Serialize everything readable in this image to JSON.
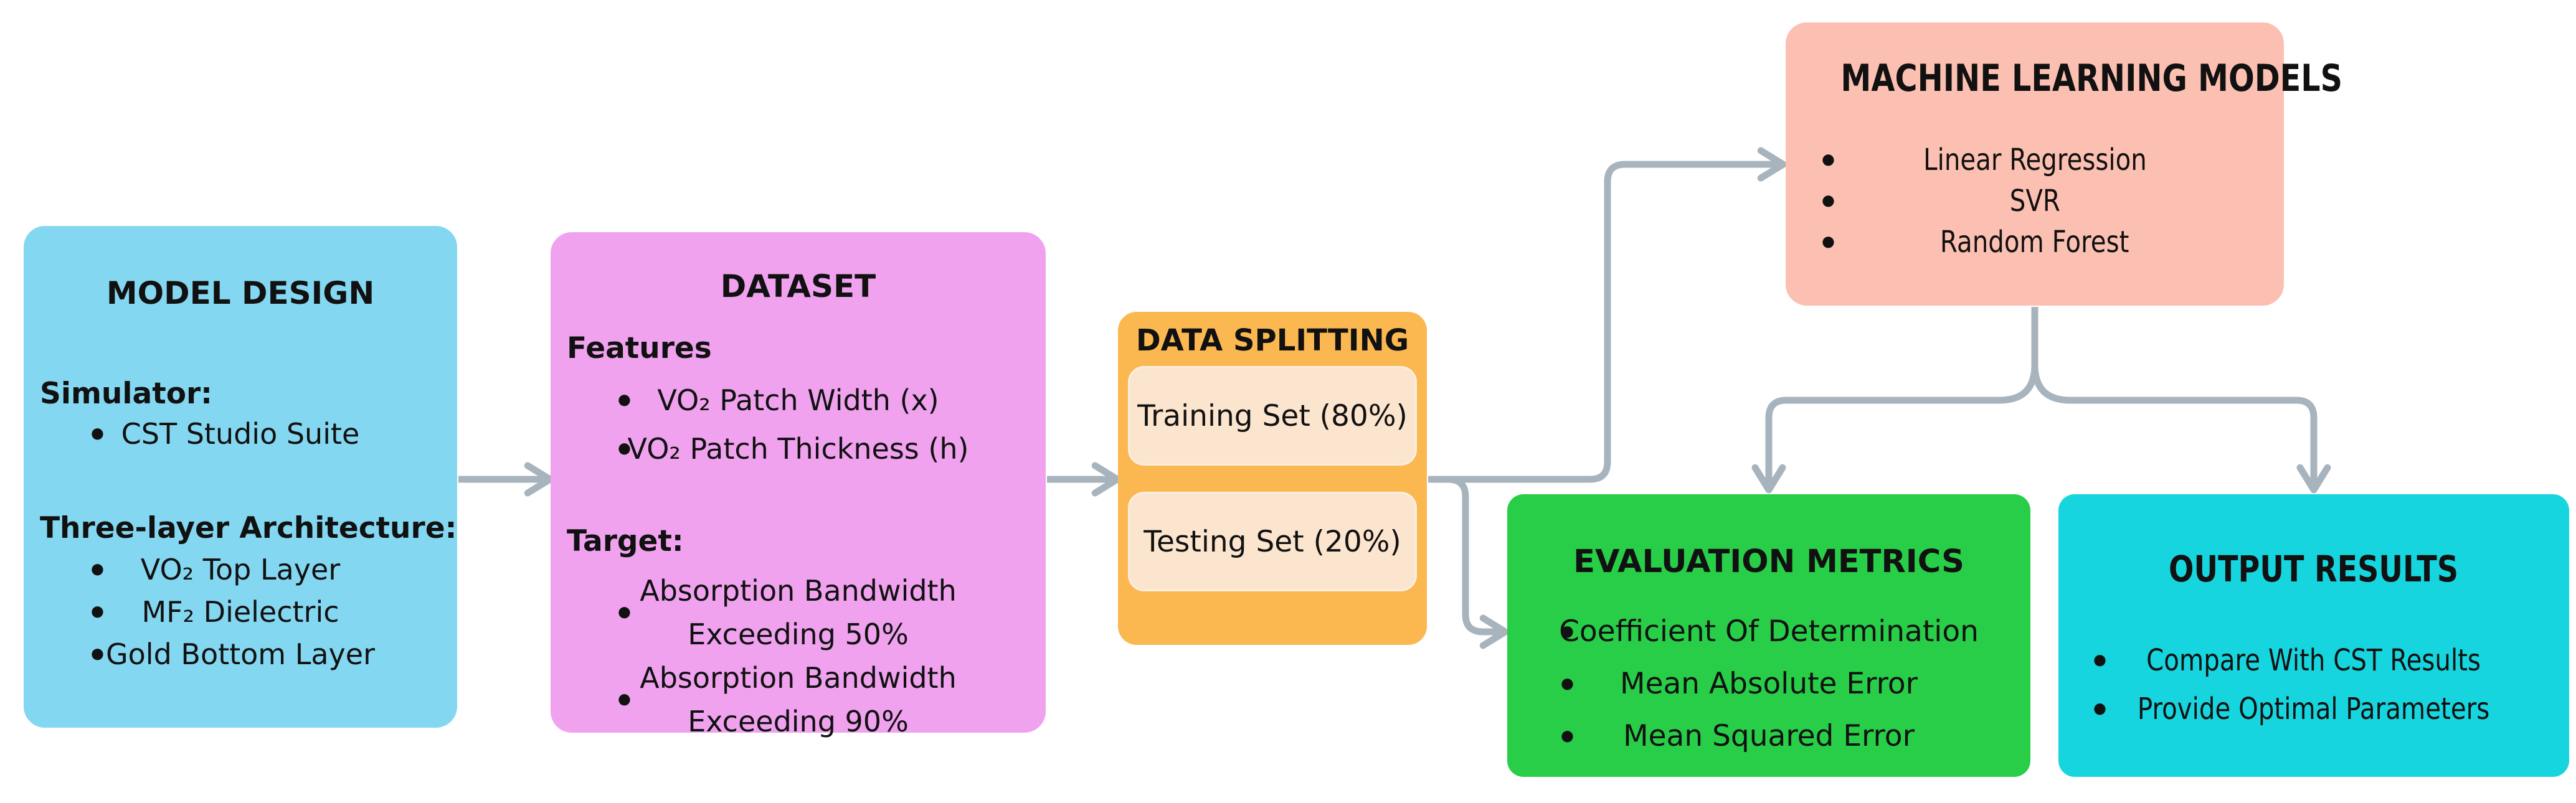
{
  "flowchart": {
    "arrow_color": "#A8B4BD",
    "text_color": "#111111",
    "nodes": {
      "model_design": {
        "title": "MODEL DESIGN",
        "color": "#84D7F1",
        "sections": [
          {
            "heading": "Simulator:",
            "items": [
              "CST Studio Suite"
            ]
          },
          {
            "heading": "Three-layer Architecture:",
            "items": [
              "VO₂ Top Layer",
              "MF₂ Dielectric",
              "Gold Bottom Layer"
            ]
          }
        ]
      },
      "dataset": {
        "title": "DATASET",
        "color": "#F0A2EF",
        "sections": [
          {
            "heading": "Features",
            "items": [
              "VO₂ Patch Width (x)",
              "VO₂ Patch Thickness (h)"
            ]
          },
          {
            "heading": "Target:",
            "items": [
              "Absorption Bandwidth Exceeding 50%",
              "Absorption Bandwidth Exceeding 90%"
            ]
          }
        ]
      },
      "data_splitting": {
        "title": "DATA SPLITTING",
        "color": "#FBB851",
        "subbox_color": "#FCE5CE",
        "items": [
          "Training Set (80%)",
          "Testing Set (20%)"
        ]
      },
      "ml_models": {
        "title": "MACHINE LEARNING MODELS",
        "color": "#FCC0B2",
        "items": [
          "Linear Regression",
          "SVR",
          "Random Forest"
        ]
      },
      "evaluation_metrics": {
        "title": "EVALUATION METRICS",
        "color": "#28CD48",
        "items": [
          "Coefficient Of Determination",
          "Mean Absolute Error",
          "Mean Squared Error"
        ]
      },
      "output_results": {
        "title": "OUTPUT RESULTS",
        "color": "#16D5DE",
        "items": [
          "Compare With CST Results",
          "Provide Optimal Parameters"
        ]
      }
    }
  }
}
